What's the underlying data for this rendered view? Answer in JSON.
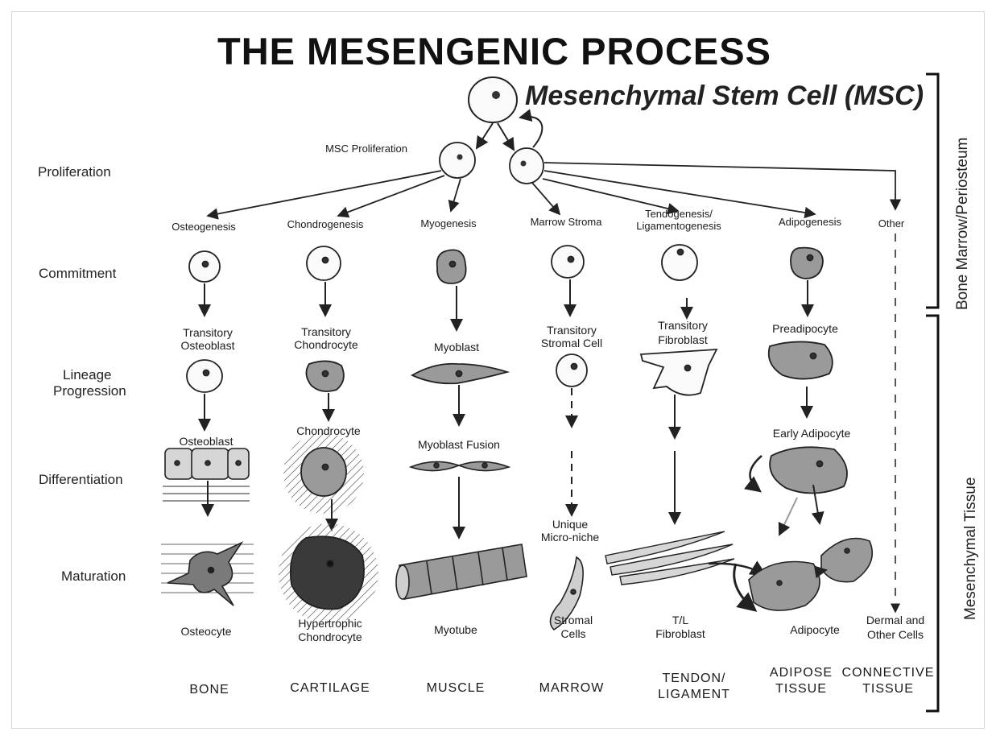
{
  "title": "THE MESENGENIC PROCESS",
  "root_cell": "Mesenchymal Stem Cell (MSC)",
  "proliferation_label": "MSC Proliferation",
  "row_labels": {
    "proliferation": "Proliferation",
    "commitment": "Commitment",
    "lineage": [
      "Lineage",
      "Progression"
    ],
    "differentiation": "Differentiation",
    "maturation": "Maturation"
  },
  "side_labels": {
    "upper": "Bone Marrow/Periosteum",
    "lower": "Mesenchymal Tissue"
  },
  "pathways": [
    {
      "process": "Osteogenesis",
      "transitory": [
        "Transitory",
        "Osteoblast"
      ],
      "differentiated": "Osteoblast",
      "mature": [
        "Osteocyte"
      ],
      "tissue": [
        "BONE"
      ]
    },
    {
      "process": "Chondrogenesis",
      "transitory": [
        "Transitory",
        "Chondrocyte"
      ],
      "differentiated": "Chondrocyte",
      "mature": [
        "Hypertrophic",
        "Chondrocyte"
      ],
      "tissue": [
        "CARTILAGE"
      ]
    },
    {
      "process": "Myogenesis",
      "transitory": [
        "Myoblast"
      ],
      "differentiated": "Myoblast Fusion",
      "mature": [
        "Myotube"
      ],
      "tissue": [
        "MUSCLE"
      ]
    },
    {
      "process": "Marrow Stroma",
      "transitory": [
        "Transitory",
        "Stromal Cell"
      ],
      "differentiated": "Unique Micro-niche",
      "mature": [
        "Stromal",
        "Cells"
      ],
      "tissue": [
        "MARROW"
      ]
    },
    {
      "process": "Tendogenesis/ Ligamentogenesis",
      "transitory": [
        "Transitory",
        "Fibroblast"
      ],
      "differentiated": "",
      "mature": [
        "T/L",
        "Fibroblast"
      ],
      "tissue": [
        "TENDON/",
        "LIGAMENT"
      ]
    },
    {
      "process": "Adipogenesis",
      "transitory": [
        "Preadipocyte"
      ],
      "differentiated": "Early Adipocyte",
      "mature": [
        "Adipocyte"
      ],
      "tissue": [
        "ADIPOSE",
        "TISSUE"
      ]
    },
    {
      "process": "Other",
      "transitory": [],
      "differentiated": "",
      "mature": [
        "Dermal and",
        "Other Cells"
      ],
      "tissue": [
        "CONNECTIVE",
        "TISSUE"
      ]
    }
  ],
  "colors": {
    "light_cell": "#f4f4f4",
    "mid_cell": "#9a9a9a",
    "dark_cell": "#3a3a3a",
    "outline": "#222222"
  }
}
